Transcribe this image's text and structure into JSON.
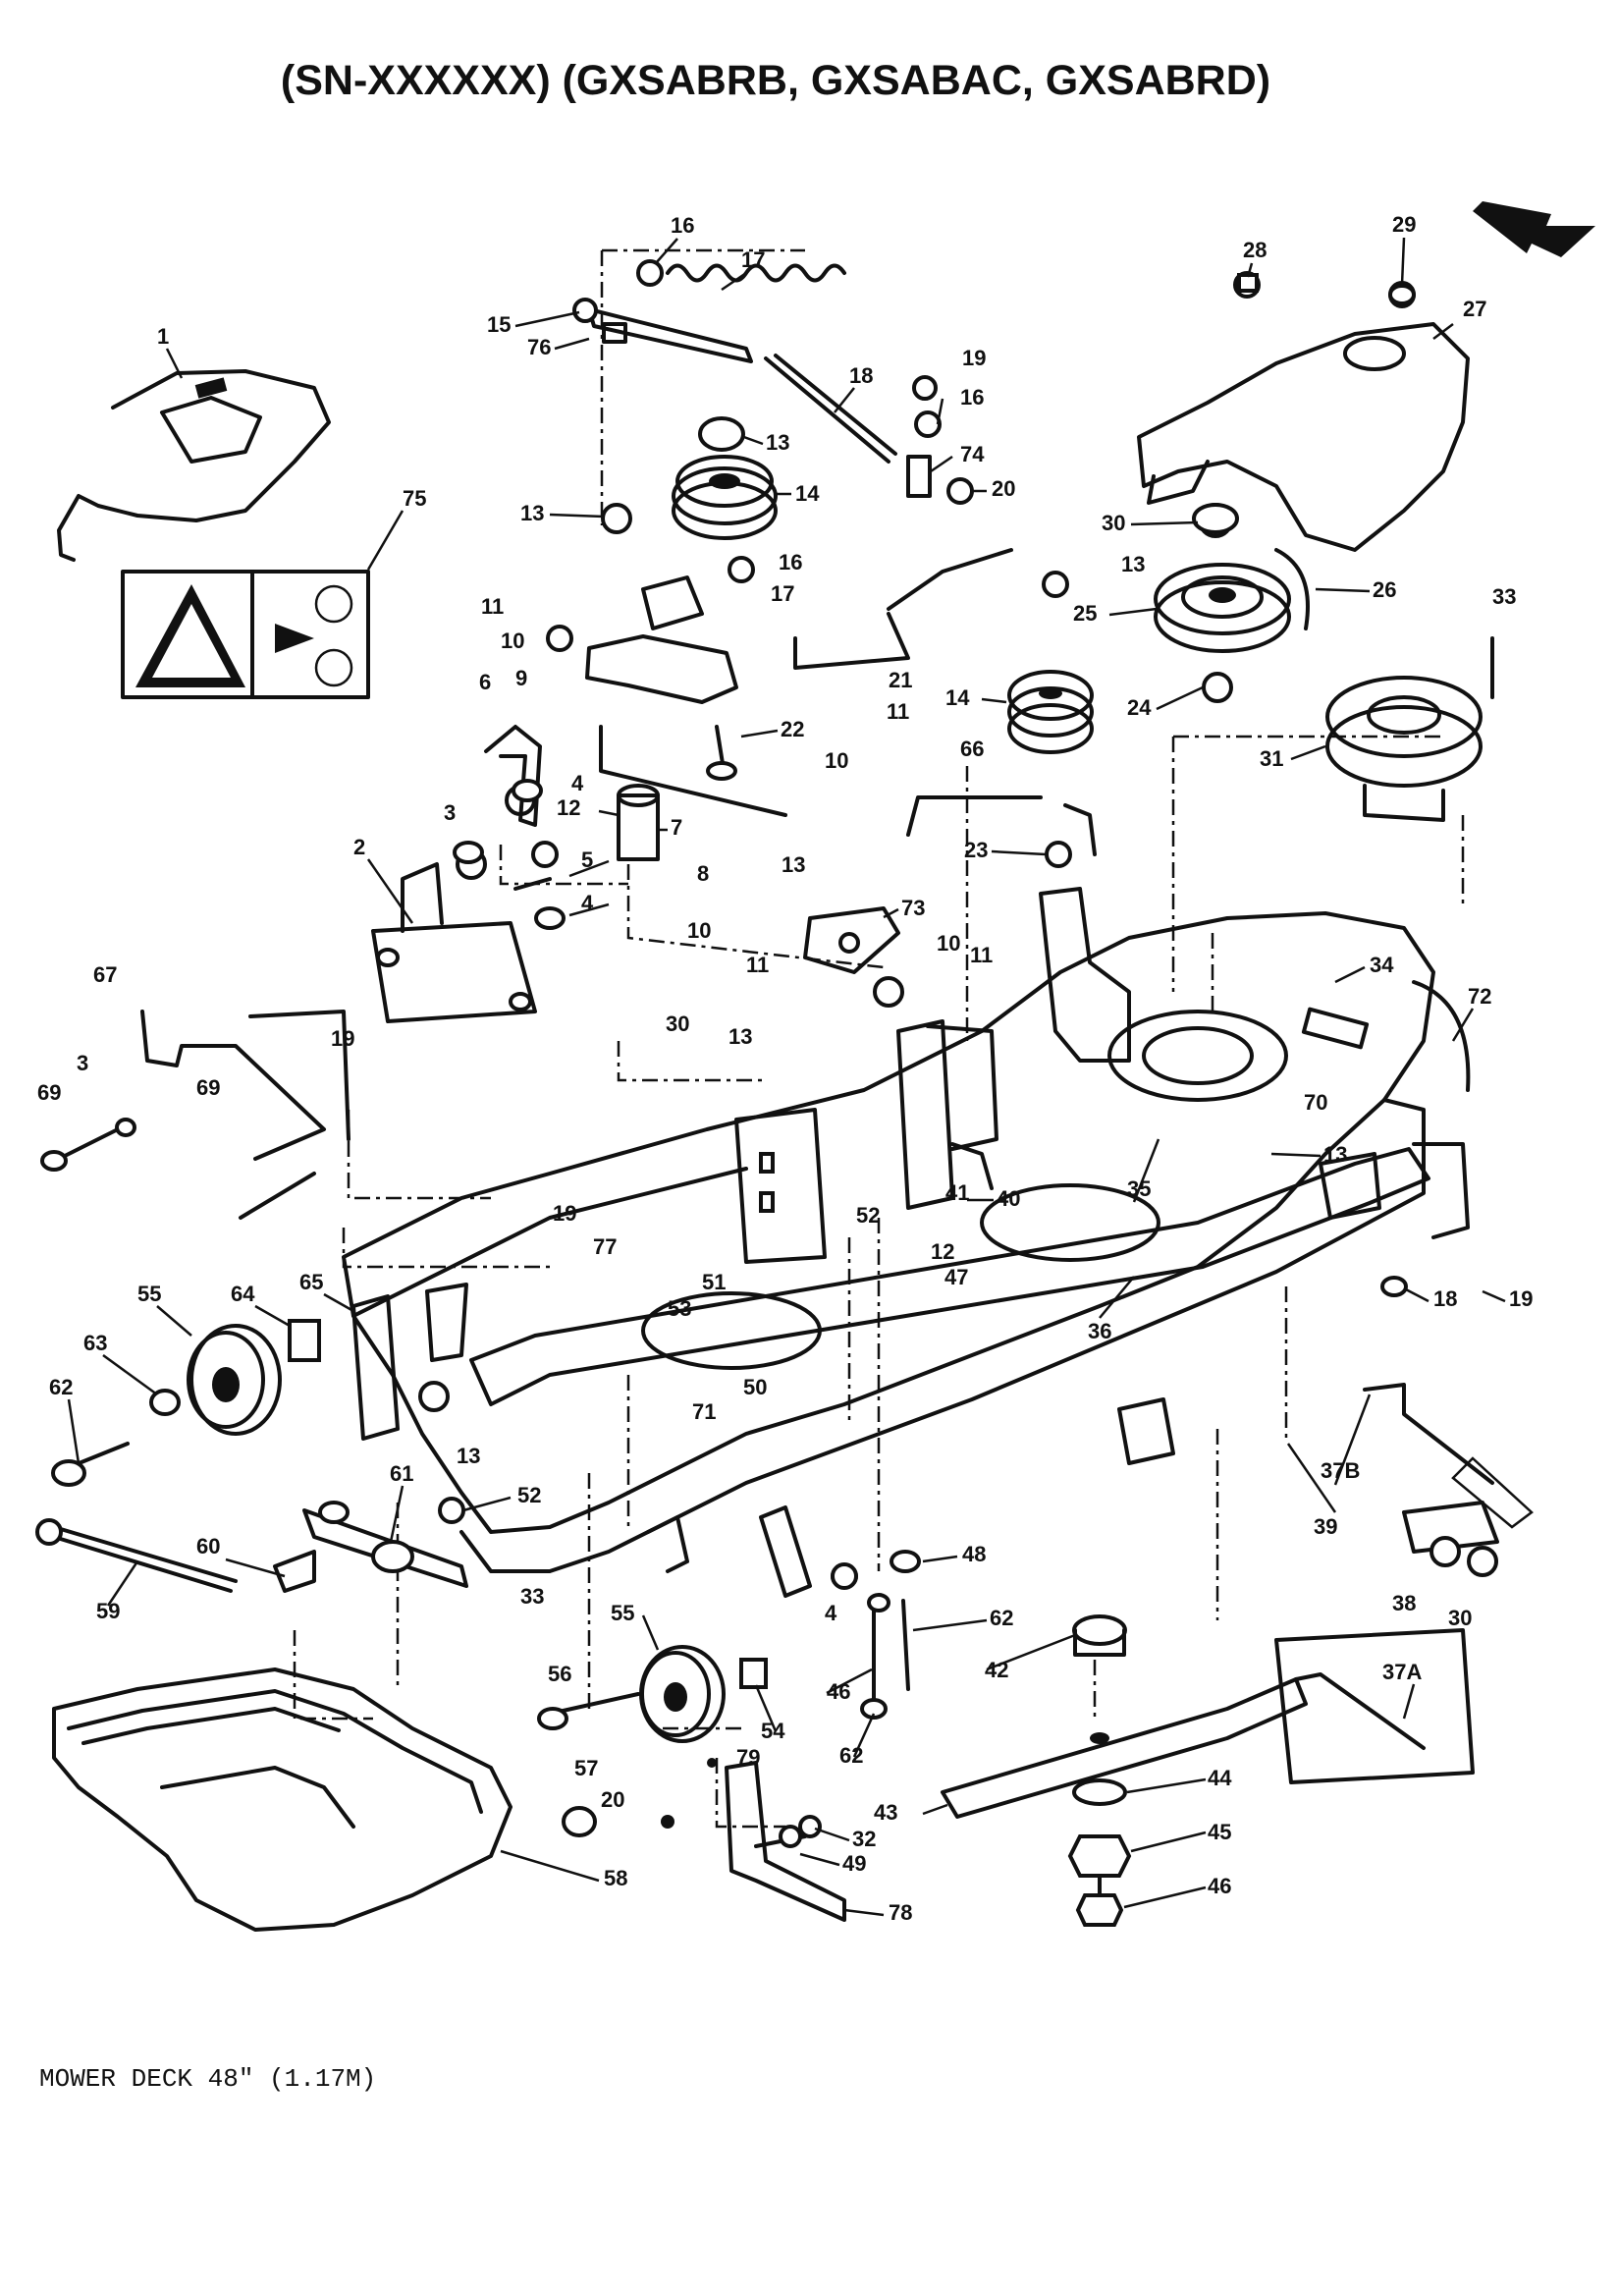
{
  "title": "(SN-XXXXXX) (GXSABRB, GXSABAC, GXSABRD)",
  "caption": "MOWER DECK 48\" (1.17M)",
  "callouts": [
    {
      "id": "c1",
      "label": "1"
    },
    {
      "id": "c75",
      "label": "75"
    },
    {
      "id": "c16a",
      "label": "16"
    },
    {
      "id": "c17a",
      "label": "17"
    },
    {
      "id": "c15",
      "label": "15"
    },
    {
      "id": "c76",
      "label": "76"
    },
    {
      "id": "c18a",
      "label": "18"
    },
    {
      "id": "c19a",
      "label": "19"
    },
    {
      "id": "c16b",
      "label": "16"
    },
    {
      "id": "c74",
      "label": "74"
    },
    {
      "id": "c20a",
      "label": "20"
    },
    {
      "id": "c13a",
      "label": "13"
    },
    {
      "id": "c14a",
      "label": "14"
    },
    {
      "id": "c13b",
      "label": "13"
    },
    {
      "id": "c16c",
      "label": "16"
    },
    {
      "id": "c17b",
      "label": "17"
    },
    {
      "id": "c11a",
      "label": "11"
    },
    {
      "id": "c10a",
      "label": "10"
    },
    {
      "id": "c9",
      "label": "9"
    },
    {
      "id": "c28",
      "label": "28"
    },
    {
      "id": "c29",
      "label": "29"
    },
    {
      "id": "c27",
      "label": "27"
    },
    {
      "id": "c30a",
      "label": "30"
    },
    {
      "id": "c13c",
      "label": "13"
    },
    {
      "id": "c25",
      "label": "25"
    },
    {
      "id": "c26",
      "label": "26"
    },
    {
      "id": "c33a",
      "label": "33"
    },
    {
      "id": "c21",
      "label": "21"
    },
    {
      "id": "c14b",
      "label": "14"
    },
    {
      "id": "c24",
      "label": "24"
    },
    {
      "id": "c31",
      "label": "31"
    },
    {
      "id": "c22",
      "label": "22"
    },
    {
      "id": "c11b",
      "label": "11"
    },
    {
      "id": "c6",
      "label": "6"
    },
    {
      "id": "c4a",
      "label": "4"
    },
    {
      "id": "c12a",
      "label": "12"
    },
    {
      "id": "c3a",
      "label": "3"
    },
    {
      "id": "c7",
      "label": "7"
    },
    {
      "id": "c8",
      "label": "8"
    },
    {
      "id": "c10b",
      "label": "10"
    },
    {
      "id": "c66",
      "label": "66"
    },
    {
      "id": "c13d",
      "label": "13"
    },
    {
      "id": "c23",
      "label": "23"
    },
    {
      "id": "c2",
      "label": "2"
    },
    {
      "id": "c5",
      "label": "5"
    },
    {
      "id": "c4b",
      "label": "4"
    },
    {
      "id": "c73",
      "label": "73"
    },
    {
      "id": "c10c",
      "label": "10"
    },
    {
      "id": "c10d",
      "label": "10"
    },
    {
      "id": "c11c",
      "label": "11"
    },
    {
      "id": "c11d",
      "label": "11"
    },
    {
      "id": "c34",
      "label": "34"
    },
    {
      "id": "c72",
      "label": "72"
    },
    {
      "id": "c67",
      "label": "67"
    },
    {
      "id": "c30b",
      "label": "30"
    },
    {
      "id": "c13e",
      "label": "13"
    },
    {
      "id": "c19b",
      "label": "19"
    },
    {
      "id": "c3b",
      "label": "3"
    },
    {
      "id": "c69a",
      "label": "69"
    },
    {
      "id": "c69b",
      "label": "69"
    },
    {
      "id": "c70",
      "label": "70"
    },
    {
      "id": "c13f",
      "label": "13"
    },
    {
      "id": "c41",
      "label": "41"
    },
    {
      "id": "c40",
      "label": "40"
    },
    {
      "id": "c35",
      "label": "35"
    },
    {
      "id": "c19c",
      "label": "19"
    },
    {
      "id": "c77",
      "label": "77"
    },
    {
      "id": "c52a",
      "label": "52"
    },
    {
      "id": "c12b",
      "label": "12"
    },
    {
      "id": "c47",
      "label": "47"
    },
    {
      "id": "c51",
      "label": "51"
    },
    {
      "id": "c36",
      "label": "36"
    },
    {
      "id": "c18b",
      "label": "18"
    },
    {
      "id": "c19d",
      "label": "19"
    },
    {
      "id": "c55a",
      "label": "55"
    },
    {
      "id": "c64",
      "label": "64"
    },
    {
      "id": "c65",
      "label": "65"
    },
    {
      "id": "c53",
      "label": "53"
    },
    {
      "id": "c63",
      "label": "63"
    },
    {
      "id": "c50",
      "label": "50"
    },
    {
      "id": "c62a",
      "label": "62"
    },
    {
      "id": "c13g",
      "label": "13"
    },
    {
      "id": "c71",
      "label": "71"
    },
    {
      "id": "c37b",
      "label": "37B"
    },
    {
      "id": "c39",
      "label": "39"
    },
    {
      "id": "c61",
      "label": "61"
    },
    {
      "id": "c52b",
      "label": "52"
    },
    {
      "id": "c60",
      "label": "60"
    },
    {
      "id": "c48",
      "label": "48"
    },
    {
      "id": "c38",
      "label": "38"
    },
    {
      "id": "c30c",
      "label": "30"
    },
    {
      "id": "c33b",
      "label": "33"
    },
    {
      "id": "c59",
      "label": "59"
    },
    {
      "id": "c55b",
      "label": "55"
    },
    {
      "id": "c4c",
      "label": "4"
    },
    {
      "id": "c62b",
      "label": "62"
    },
    {
      "id": "c42",
      "label": "42"
    },
    {
      "id": "c37a",
      "label": "37A"
    },
    {
      "id": "c56",
      "label": "56"
    },
    {
      "id": "c46a",
      "label": "46"
    },
    {
      "id": "c54",
      "label": "54"
    },
    {
      "id": "c62c",
      "label": "62"
    },
    {
      "id": "c79",
      "label": "79"
    },
    {
      "id": "c44",
      "label": "44"
    },
    {
      "id": "c43",
      "label": "43"
    },
    {
      "id": "c57",
      "label": "57"
    },
    {
      "id": "c20b",
      "label": "20"
    },
    {
      "id": "c32",
      "label": "32"
    },
    {
      "id": "c45",
      "label": "45"
    },
    {
      "id": "c49",
      "label": "49"
    },
    {
      "id": "c46b",
      "label": "46"
    },
    {
      "id": "c58",
      "label": "58"
    },
    {
      "id": "c78",
      "label": "78"
    }
  ]
}
